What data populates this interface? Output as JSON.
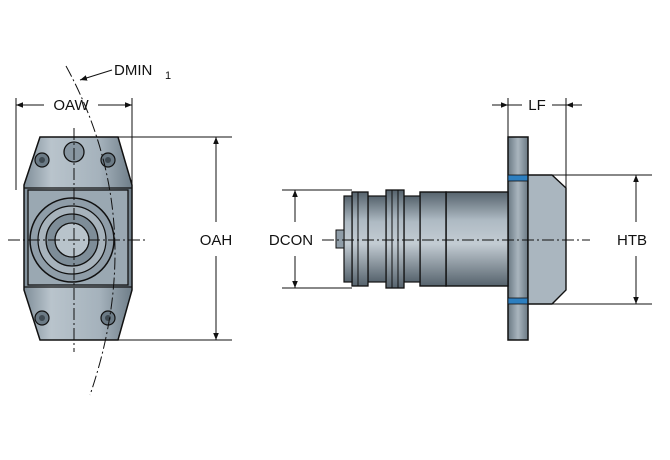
{
  "labels": {
    "oaw": "OAW",
    "dmin": "DMIN",
    "dmin_sub": "1",
    "oah": "OAH",
    "dcon": "DCON",
    "lf": "LF",
    "htb": "HTB"
  },
  "colors": {
    "line": "#111111",
    "body_light": "#b7c3cc",
    "body_mid": "#8f9ea9",
    "body_dark": "#5d6b75",
    "accent": "#2d7fc0"
  }
}
